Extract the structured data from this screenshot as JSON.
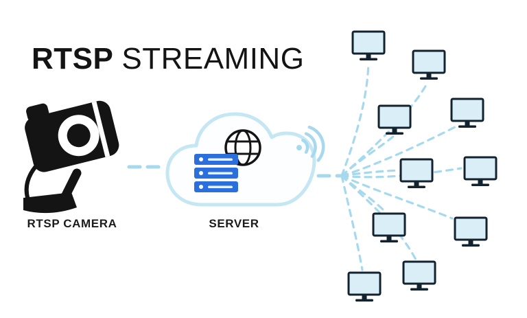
{
  "title": {
    "brand": "RTSP",
    "rest": "STREAMING"
  },
  "diagram": {
    "camera_label": "RTSP CAMERA",
    "server_label": "SERVER",
    "client_monitor_count": 10,
    "links": {
      "camera_to_server": "dashed",
      "server_to_clients": "dashed fan-out"
    }
  },
  "icons": {
    "camera": "cctv-camera-icon",
    "server": "cloud-icon with server-rack-icon and globe-icon",
    "signal": "wifi-signal-icon",
    "clients": "monitor-icon"
  },
  "colors": {
    "dash": "#a6d9ee",
    "cloud-stroke": "#c5e6f3",
    "monitor-fill": "#daeef8",
    "monitor-stroke": "#13222f",
    "server-blue": "#2a6fdb",
    "ink": "#141414"
  }
}
